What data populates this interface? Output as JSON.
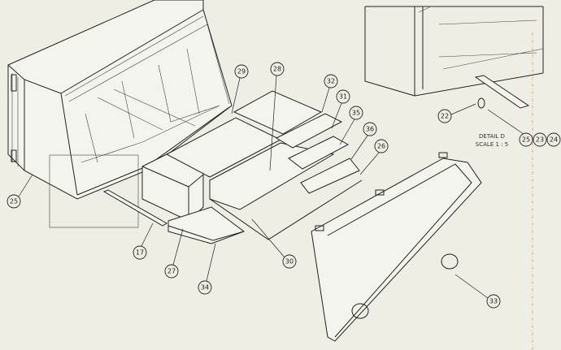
{
  "drawing": {
    "balloons": [
      "25",
      "29",
      "28",
      "32",
      "31",
      "35",
      "36",
      "26",
      "17",
      "27",
      "34",
      "30",
      "33",
      "22",
      "25",
      "23",
      "24"
    ],
    "detail_label": "DETAIL D",
    "detail_scale": "SCALE 1 : 5"
  },
  "colors": {
    "background": "#eeeee5",
    "line": "#222222",
    "center_line": "#e0a060"
  }
}
